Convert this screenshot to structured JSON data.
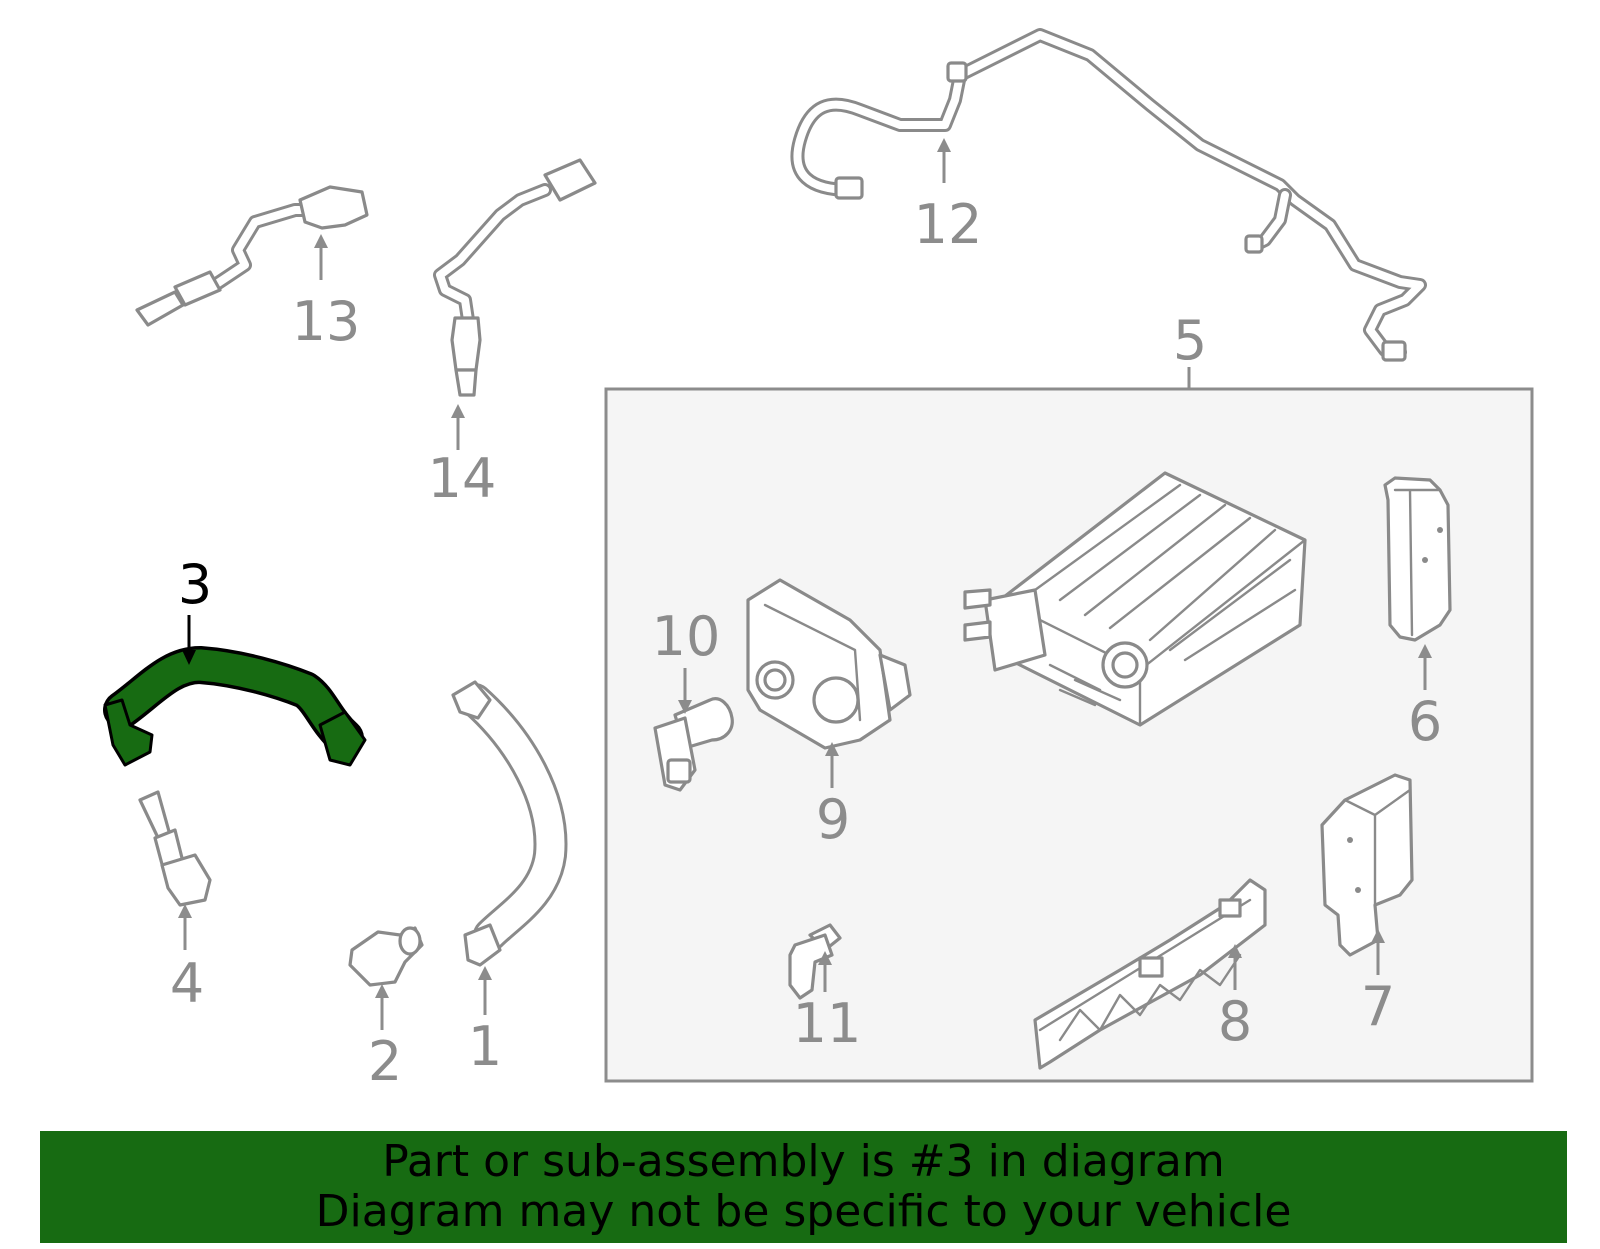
{
  "diagram": {
    "highlighted_part": "3",
    "assembly_box_label": "5",
    "callouts": [
      {
        "id": "p1",
        "label": "1"
      },
      {
        "id": "p2",
        "label": "2"
      },
      {
        "id": "p3",
        "label": "3"
      },
      {
        "id": "p4",
        "label": "4"
      },
      {
        "id": "p5",
        "label": "5"
      },
      {
        "id": "p6",
        "label": "6"
      },
      {
        "id": "p7",
        "label": "7"
      },
      {
        "id": "p8",
        "label": "8"
      },
      {
        "id": "p9",
        "label": "9"
      },
      {
        "id": "p10",
        "label": "10"
      },
      {
        "id": "p11",
        "label": "11"
      },
      {
        "id": "p12",
        "label": "12"
      },
      {
        "id": "p13",
        "label": "13"
      },
      {
        "id": "p14",
        "label": "14"
      }
    ]
  },
  "colors": {
    "highlight": "#176b12",
    "line": "#8a8a8a",
    "label": "#8c8c8c",
    "assembly_box_fill": "#f5f5f5"
  },
  "banner": {
    "line1": "Part or sub-assembly is #3 in diagram",
    "line2": "Diagram may not be specific to your vehicle"
  }
}
